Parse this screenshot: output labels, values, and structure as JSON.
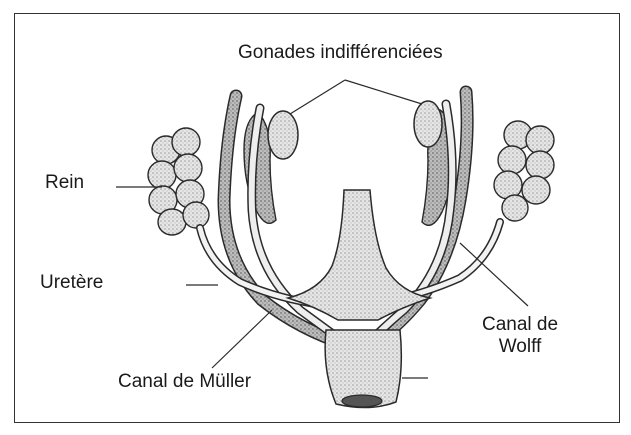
{
  "labels": {
    "gonades": "Gonades indifférenciées",
    "rein": "Rein",
    "uretere": "Uretère",
    "muller": "Canal de Müller",
    "wolff_line1": "Canal de",
    "wolff_line2": "Wolff"
  },
  "colors": {
    "frame": "#333333",
    "outline": "#2a2a2a",
    "organ_fill": "#d9d9d9",
    "organ_dark": "#9a9a9a",
    "duct_fill": "#eeeeee",
    "text": "#1a1a1a"
  }
}
